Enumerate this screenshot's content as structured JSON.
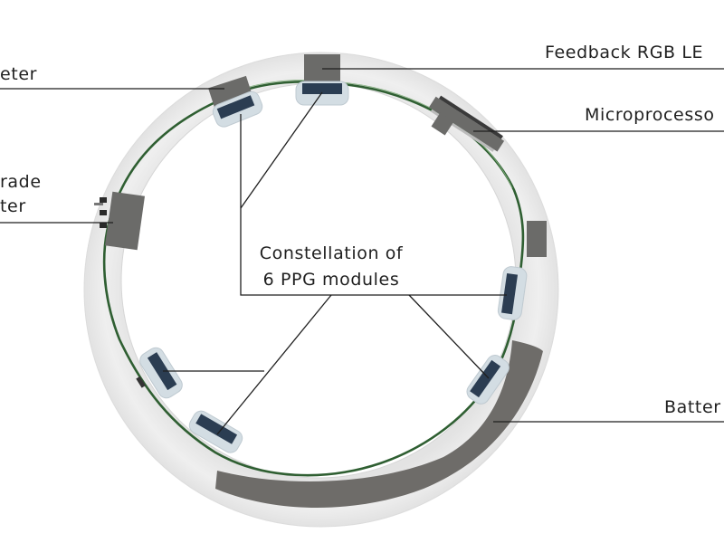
{
  "labels": {
    "feedback_led": "Feedback RGB LE",
    "accelerometer": "eter",
    "microprocessor": "Microprocesso",
    "upgrade_line1": "rade",
    "upgrade_line2": "ter",
    "ppg_line1": "Constellation of",
    "ppg_line2": "6 PPG modules",
    "battery": "Batter"
  },
  "colors": {
    "ring": "#e9e9e9",
    "pcb": "#2f5f32",
    "component": "#6b6b69",
    "ppg_sensor": "#2b3d52",
    "battery": "#6e6c69",
    "leader": "#1f1f1f"
  }
}
